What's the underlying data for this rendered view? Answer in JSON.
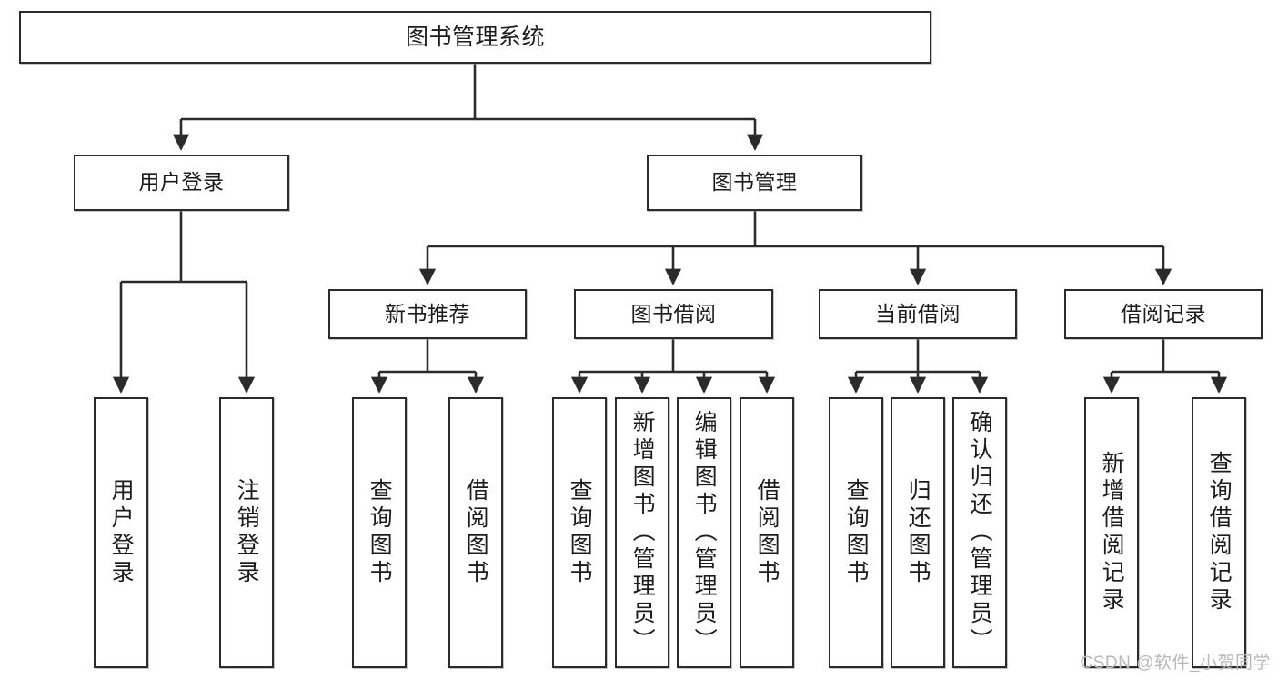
{
  "diagram": {
    "title": "图书管理系统",
    "type": "tree",
    "watermark": "CSDN @软件_小贺同学",
    "colors": {
      "box_border": "#2b2b2b",
      "box_fill": "#ffffff",
      "edge": "#2b2b2b",
      "text": "#1c1c1c",
      "watermark": "#b9b9b9"
    },
    "root": {
      "label": "图书管理系统"
    },
    "level2": [
      {
        "label": "用户登录"
      },
      {
        "label": "图书管理"
      }
    ],
    "level3": [
      {
        "label": "新书推荐"
      },
      {
        "label": "图书借阅"
      },
      {
        "label": "当前借阅"
      },
      {
        "label": "借阅记录"
      }
    ],
    "leaves": [
      {
        "label": "用户登录",
        "parent": "用户登录"
      },
      {
        "label": "注销登录",
        "parent": "用户登录"
      },
      {
        "label": "查询图书",
        "parent": "新书推荐"
      },
      {
        "label": "借阅图书",
        "parent": "新书推荐"
      },
      {
        "label": "查询图书",
        "parent": "图书借阅"
      },
      {
        "label": "新增图书（管理员）",
        "parent": "图书借阅"
      },
      {
        "label": "编辑图书（管理员）",
        "parent": "图书借阅"
      },
      {
        "label": "借阅图书",
        "parent": "图书借阅"
      },
      {
        "label": "查询图书",
        "parent": "当前借阅"
      },
      {
        "label": "归还图书",
        "parent": "当前借阅"
      },
      {
        "label": "确认归还（管理员）",
        "parent": "当前借阅"
      },
      {
        "label": "新增借阅记录",
        "parent": "借阅记录"
      },
      {
        "label": "查询借阅记录",
        "parent": "借阅记录"
      }
    ]
  }
}
